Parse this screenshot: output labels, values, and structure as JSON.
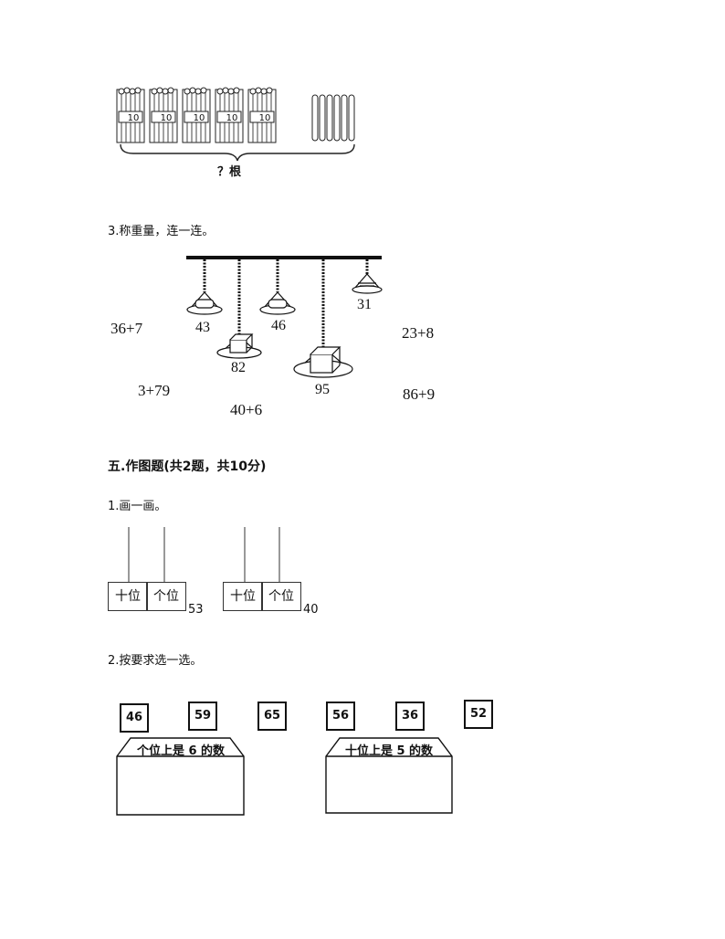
{
  "bundles": {
    "bundle_label": "10",
    "question_label": "？根"
  },
  "q3": {
    "title": "3.称重量，连一连。",
    "weights": [
      "43",
      "82",
      "46",
      "95",
      "31"
    ],
    "expressions": [
      "36+7",
      "23+8",
      "3+79",
      "40+6",
      "86+9"
    ]
  },
  "section5": {
    "title": "五.作图题(共2题，共10分)"
  },
  "q1": {
    "title": "1.画一画。",
    "abacus": [
      {
        "tens_label": "十位",
        "ones_label": "个位",
        "number": "53"
      },
      {
        "tens_label": "十位",
        "ones_label": "个位",
        "number": "40"
      }
    ]
  },
  "q2": {
    "title": "2.按要求选一选。",
    "numbers": [
      "46",
      "59",
      "65",
      "56",
      "36",
      "52"
    ],
    "boxes": [
      "个位上是 6 的数",
      "十位上是 5 的数"
    ]
  }
}
